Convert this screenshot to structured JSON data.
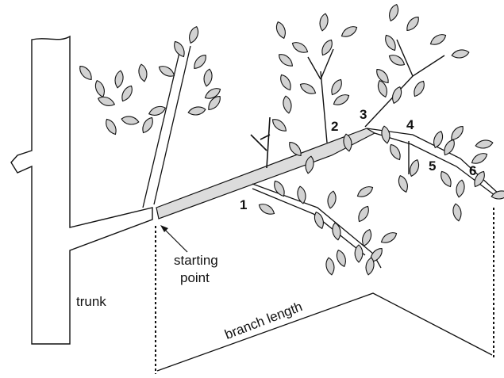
{
  "labels": {
    "trunk": "trunk",
    "starting_point_line1": "starting",
    "starting_point_line2": "point",
    "branch_length": "branch length"
  },
  "node_numbers": [
    "1",
    "2",
    "3",
    "4",
    "5",
    "6"
  ],
  "colors": {
    "leaf_fill": "#d2d2d2",
    "highlight_fill": "#dcdcdc",
    "stroke": "#111111"
  }
}
